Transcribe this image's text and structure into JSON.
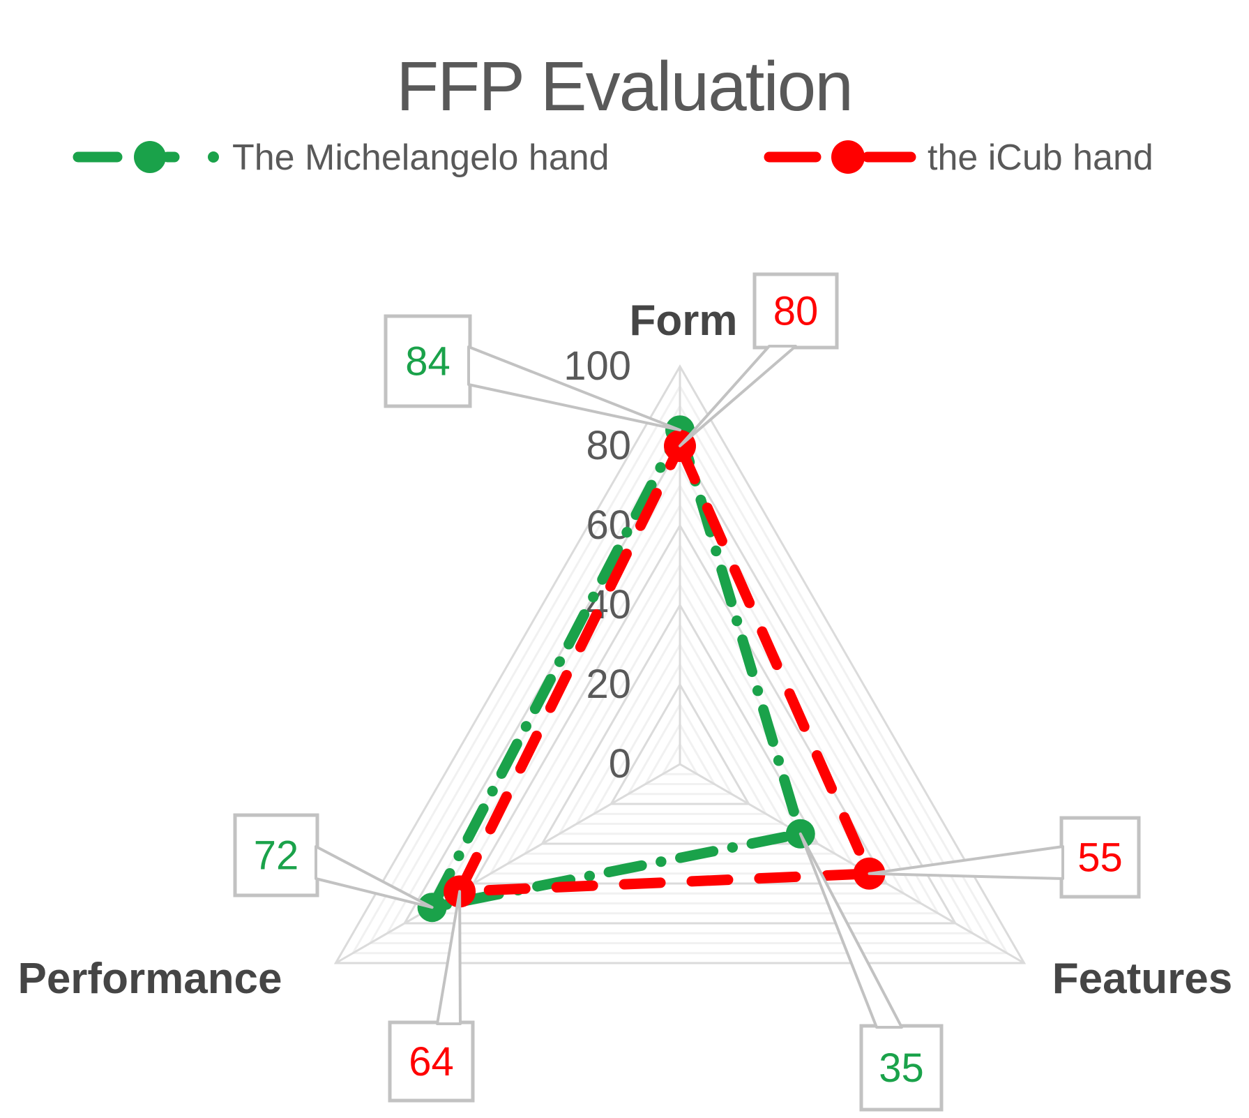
{
  "title": "FFP Evaluation",
  "legend": {
    "items": [
      {
        "label": "The Michelangelo hand",
        "color": "#1AA24A"
      },
      {
        "label": "the iCub hand",
        "color": "#FF0000"
      }
    ]
  },
  "chart_data": {
    "type": "radar",
    "title": "FFP Evaluation",
    "categories": [
      "Form",
      "Features",
      "Performance"
    ],
    "series": [
      {
        "name": "The Michelangelo hand",
        "color": "#1AA24A",
        "line_style": "long-dash-dot",
        "values": [
          84,
          35,
          72
        ]
      },
      {
        "name": "the iCub hand",
        "color": "#FF0000",
        "line_style": "long-dash",
        "values": [
          80,
          55,
          64
        ]
      }
    ],
    "axis": {
      "min": 0,
      "max": 100,
      "major_step": 20,
      "minor_step": 5,
      "tick_labels": [
        "0",
        "20",
        "40",
        "60",
        "80",
        "100"
      ]
    },
    "data_labels_shown": true,
    "legend_position": "top",
    "grid": "nested-triangles"
  },
  "colors": {
    "title": "#595959",
    "tick": "#595959",
    "category": "#454545",
    "callout_border": "#C2C2C2",
    "grid_minor": "#F1F1F1",
    "grid_major": "#DBDBDB",
    "background": "#FFFFFF"
  }
}
